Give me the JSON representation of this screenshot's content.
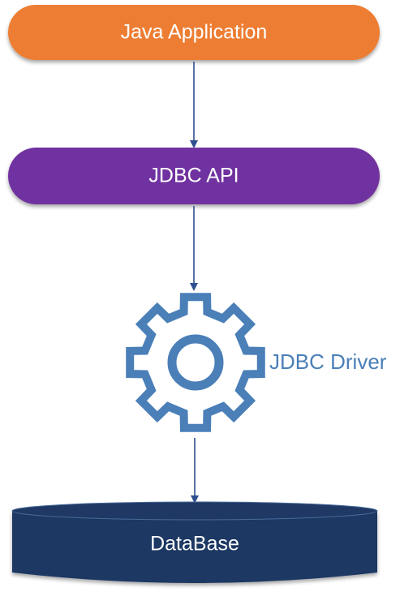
{
  "diagram": {
    "nodes": {
      "java_application": {
        "label": "Java Application",
        "color": "#ed7d31"
      },
      "jdbc_api": {
        "label": "JDBC  API",
        "color": "#7030a0"
      },
      "jdbc_driver": {
        "label": "JDBC  Driver",
        "color": "#4a7fb8",
        "icon": "gear-icon"
      },
      "database": {
        "label": "DataBase",
        "color": "#1f3864",
        "icon": "database-cylinder"
      }
    },
    "edges": [
      {
        "from": "java_application",
        "to": "jdbc_api"
      },
      {
        "from": "jdbc_api",
        "to": "jdbc_driver"
      },
      {
        "from": "jdbc_driver",
        "to": "database"
      }
    ],
    "arrow_color": "#2f4f8f"
  }
}
